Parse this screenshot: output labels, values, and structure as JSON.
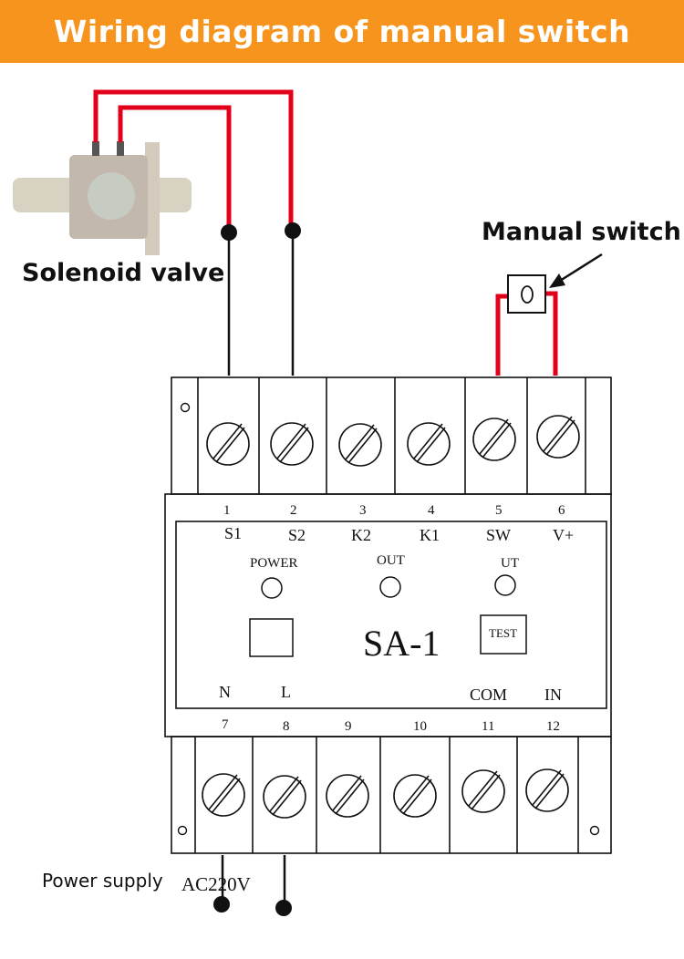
{
  "header": {
    "title": "Wiring diagram of manual switch",
    "bg_color": "#f7941d",
    "text_color": "#ffffff"
  },
  "labels": {
    "solenoid_valve": "Solenoid valve",
    "manual_switch": "Manual switch",
    "power_supply": "Power supply",
    "ac220v": "AC220V",
    "model": "SA-1",
    "power": "POWER",
    "out": "OUT",
    "ut": "UT",
    "test": "TEST"
  },
  "terminals_top": [
    {
      "num": "1",
      "name": "S1"
    },
    {
      "num": "2",
      "name": "S2"
    },
    {
      "num": "3",
      "name": "K2"
    },
    {
      "num": "4",
      "name": "K1"
    },
    {
      "num": "5",
      "name": "SW"
    },
    {
      "num": "6",
      "name": "V+"
    }
  ],
  "terminals_bottom": [
    {
      "num": "7",
      "name": "N"
    },
    {
      "num": "8",
      "name": "L"
    },
    {
      "num": "9",
      "name": ""
    },
    {
      "num": "10",
      "name": ""
    },
    {
      "num": "11",
      "name": "COM"
    },
    {
      "num": "12",
      "name": "IN"
    }
  ],
  "colors": {
    "wire": "#e3001b",
    "outline": "#111111",
    "valve_body": "#c9c0b6",
    "valve_pipe": "#d8d2c2"
  },
  "icons": [
    "solenoid-valve-icon",
    "manual-switch-icon",
    "arrow-icon",
    "screw-terminal-icon",
    "led-indicator-icon",
    "mount-hole-icon"
  ]
}
